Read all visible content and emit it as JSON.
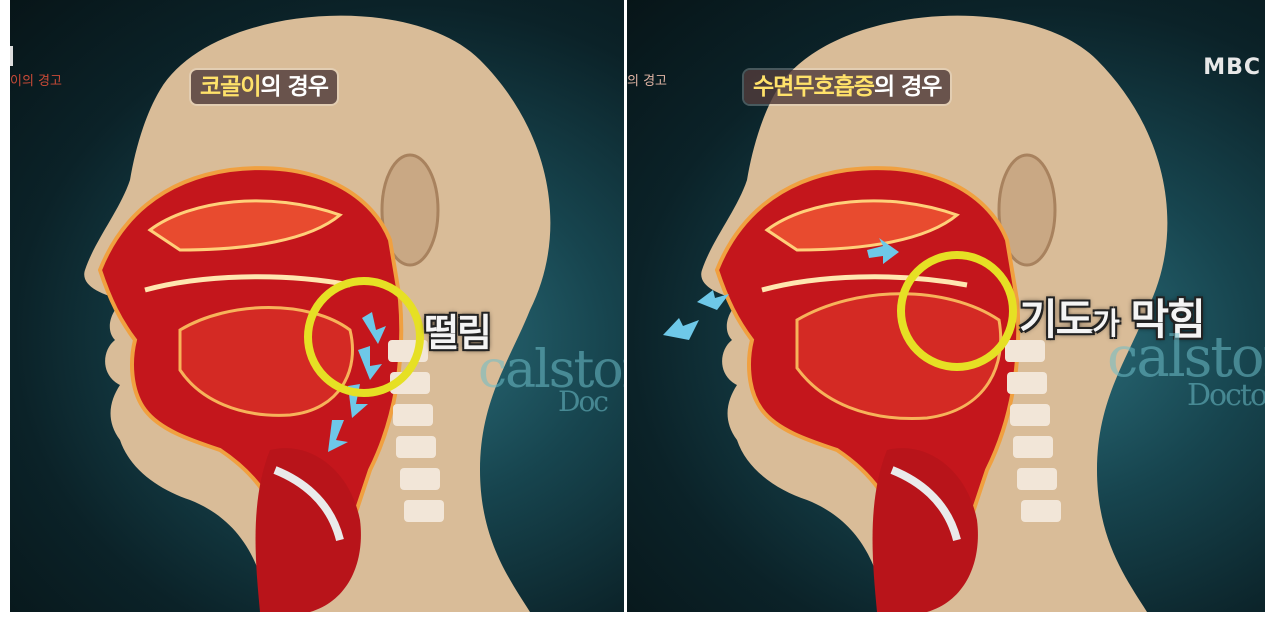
{
  "left_panel": {
    "caption_highlight": "코골이",
    "caption_rest": "의 경우",
    "callout": "떨림",
    "show_title_fragment": "이의 경고",
    "watermark_main": "calstor",
    "watermark_sub": "Doc"
  },
  "right_panel": {
    "caption_highlight": "수면무호흡증",
    "caption_rest": "의 경우",
    "callout_part1": "기도",
    "callout_part2": "가",
    "callout_part3": " 막힘",
    "show_title_fragment": "의 경고",
    "watermark_main": "calstory",
    "watermark_sub": "Doctor",
    "broadcaster_logo": "MBC"
  },
  "colors": {
    "background_teal": "#17454f",
    "highlight_circle": "#e6e024",
    "airflow_arrows": "#6ec8e8",
    "caption_highlight": "#ffe26a",
    "tissue_red": "#c4161c"
  }
}
